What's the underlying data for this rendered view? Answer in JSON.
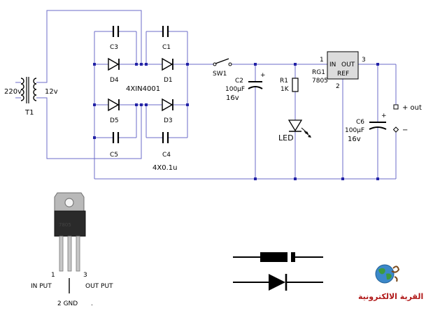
{
  "circuit": {
    "transformer": {
      "primary": "220v",
      "secondary": "12v",
      "ref": "T1"
    },
    "bridge_caps": {
      "c3": "C3",
      "c1": "C1",
      "c5": "C5",
      "c4": "C4",
      "spec": "4X0.1u"
    },
    "diodes": {
      "d4": "D4",
      "d1": "D1",
      "d5": "D5",
      "d3": "D3",
      "spec": "4XIN4001"
    },
    "switch": "SW1",
    "c2": {
      "ref": "C2",
      "value": "100μF",
      "voltage": "16v",
      "plus": "+"
    },
    "r1": {
      "ref": "R1",
      "value": "1K"
    },
    "led": "LED",
    "regulator": {
      "ref": "RG1",
      "part": "7805",
      "in": "IN",
      "out": "OUT",
      "ref_pin": "REF",
      "pin1": "1",
      "pin2": "2",
      "pin3": "3"
    },
    "c6": {
      "ref": "C6",
      "value": "100μF",
      "voltage": "16v",
      "plus": "+"
    },
    "output": {
      "plus": "+ out",
      "minus": "−"
    }
  },
  "package": {
    "pin1_num": "1",
    "pin1_label": "IN PUT",
    "pin3_num": "3",
    "pin3_label": "OUT PUT",
    "pin2_label": "2 GND",
    "body_text": "7805"
  },
  "logo": {
    "text": "القرية الالكترونية"
  },
  "colors": {
    "wire": "#6b6bc8",
    "node": "#2323a6",
    "logo_text": "#b01818"
  }
}
